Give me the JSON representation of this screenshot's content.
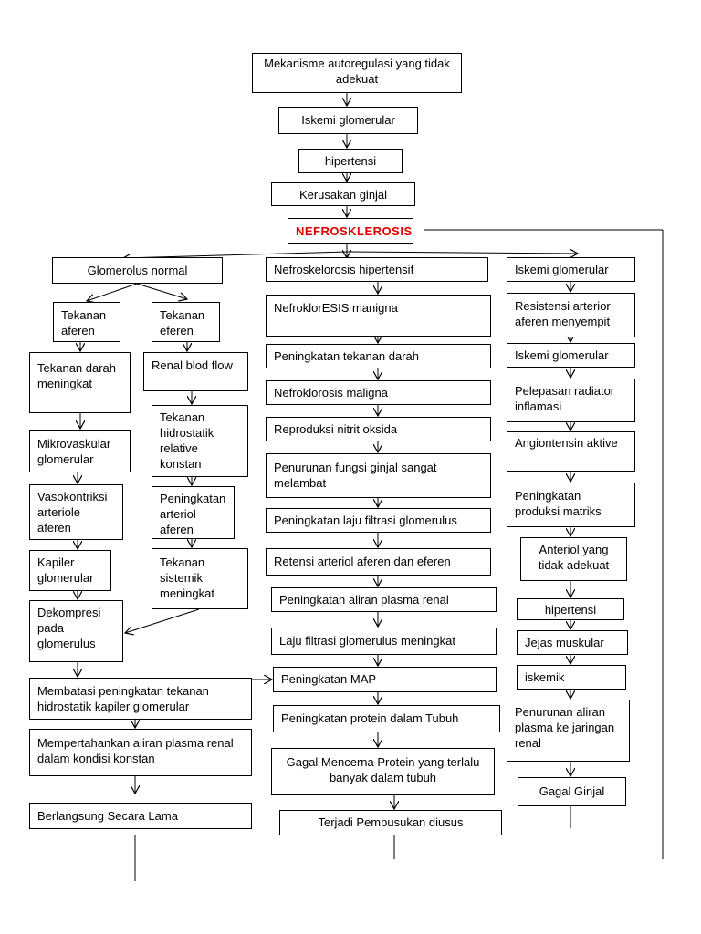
{
  "nodes": {
    "top1": "Mekanisme autoregulasi yang tidak adekuat",
    "top2": "Iskemi glomerular",
    "top3": "hipertensi",
    "top4": "Kerusakan ginjal",
    "top5": "NEFROSKLEROSIS",
    "left_head": "Glomerolus normal",
    "mid_head": "Nefroskelorosis hipertensif",
    "right_head": "Iskemi glomerular",
    "l_aferen": "Tekanan aferen",
    "l_eferen": "Tekanan eferen",
    "l_darah": "Tekanan darah meningkat",
    "l_renal": "Renal blod flow",
    "l_hidro": "Tekanan hidrostatik relative konstan",
    "l_mikro": "Mikrovaskular glomerular",
    "l_arteriol": "Peningkatan arteriol aferen",
    "l_vaso": "Vasokontriksi arteriole aferen",
    "l_sistemik": "Tekanan sistemik meningkat",
    "l_kapiler": "Kapiler glomerular",
    "l_dekom": "Dekompresi pada glomerulus",
    "l_membatasi": "Membatasi peningkatan tekanan hidrostatik kapiler glomerular",
    "l_memper": "Mempertahankan  aliran plasma renal dalam kondisi konstan",
    "l_berlang": "Berlangsung Secara Lama",
    "m1": "NefroklorESIS manigna",
    "m2": "Peningkatan tekanan darah",
    "m3": "Nefroklorosis maligna",
    "m4": "Reproduksi nitrit oksida",
    "m5": "Penurunan fungsi ginjal sangat melambat",
    "m6": "Peningkatan laju filtrasi glomerulus",
    "m7": "Retensi arteriol  aferen dan eferen",
    "m8": "Peningkatan aliran plasma renal",
    "m9": "Laju filtrasi glomerulus meningkat",
    "m10": "Peningkatan MAP",
    "m11": "Peningkatan protein  dalam Tubuh",
    "m12": "Gagal Mencerna Protein yang terlalu banyak dalam tubuh",
    "m13": "Terjadi Pembusukan diusus",
    "r1": "Resistensi arterior aferen menyempit",
    "r2": "Iskemi glomerular",
    "r3": "Pelepasan radiator inflamasi",
    "r4": "Angiontensin aktive",
    "r5": "Peningkatan produksi matriks",
    "r6": "Anteriol yang tidak adekuat",
    "r7": "hipertensi",
    "r8": "Jejas muskular",
    "r9": "iskemik",
    "r10": "Penurunan  aliran plasma ke jaringan renal",
    "r11": "Gagal Ginjal"
  },
  "colors": {
    "accent": "#e00000",
    "line": "#000000"
  }
}
